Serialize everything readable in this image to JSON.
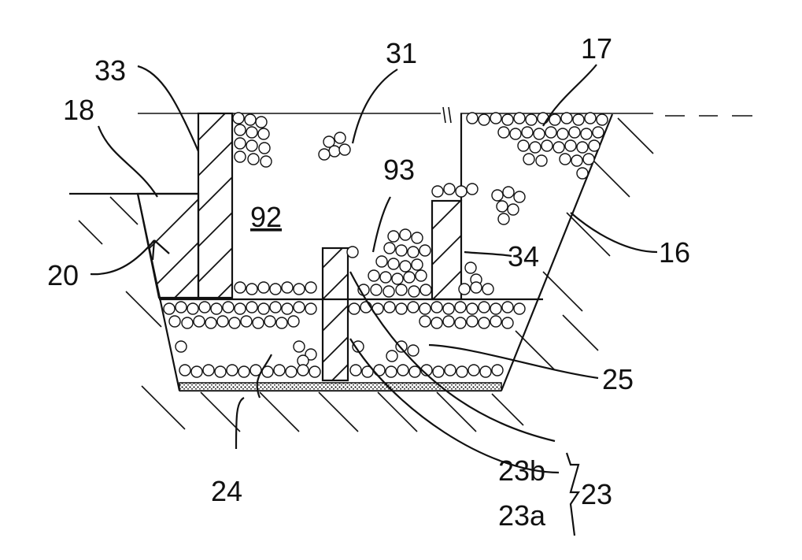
{
  "figure": {
    "labels": {
      "l33": "33",
      "l31": "31",
      "l17": "17",
      "l18": "18",
      "l93": "93",
      "l92": "92",
      "l20": "20",
      "l34": "34",
      "l16": "16",
      "l25": "25",
      "l23b": "23b",
      "l23a": "23a",
      "l23": "23",
      "l24": "24"
    }
  }
}
